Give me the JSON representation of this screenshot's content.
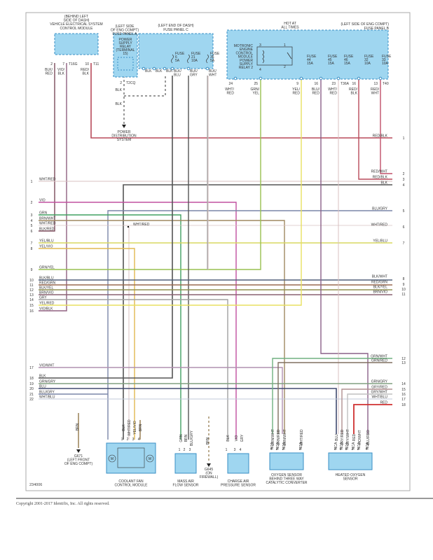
{
  "diagram_id": "234006",
  "copyright": "Copyright 2001-2017 Identifix, Inc. All rights reserved.",
  "colors": {
    "blue_fill": "#9fd6f0",
    "border": "#3a8fc4",
    "RED/BLK": "#b84a5a",
    "RED/WHT": "#c0506a",
    "BLK": "#555555",
    "BLU/GRY": "#7a85a8",
    "WHT/RED": "#d8c0c0",
    "YEL/BLU": "#d8d860",
    "WHT": "#d8d8d8",
    "VIO": "#c050a0",
    "GRN": "#40a060",
    "BRN/WHT": "#a08860",
    "BLK/RED": "#7a4a5a",
    "YEL/VIO": "#e0b850",
    "GRN/YEL": "#98c050",
    "BLK/BLU": "#50607a",
    "RED/GRN": "#9a6a50",
    "BLK/YEL": "#909050",
    "BRN/VIO": "#8a6070",
    "GRY": "#a0a0a0",
    "YEL/RED": "#e8e060",
    "VIO/BLK": "#906080",
    "VIO/WHT": "#b090b0",
    "GRN/GRY": "#80a080",
    "BLU": "#404a70",
    "WHT/BLU": "#c0c8d8",
    "RED": "#d03030",
    "GRN/WHT": "#70b080",
    "GRN/RED": "#807060",
    "GRY/RED": "#b09090",
    "GRY/WHT": "#c0c0c0",
    "BLU/RED": "#8a6088"
  },
  "components": {
    "vesc": {
      "location": [
        "(BEHIND LEFT",
        "SIDE OF DASH)"
      ],
      "name": "VEHICLE ELECTRICAL SYSTEM",
      "name2": "CONTROL MODULE",
      "pins": [
        {
          "num": "2",
          "wire": "BLK/ RED"
        },
        {
          "num": "7",
          "conn": "T16G",
          "wire": "VIO/ BLK"
        },
        {
          "num": "10",
          "conn": "T11",
          "wire": "RED/ BLK"
        }
      ]
    },
    "panel_a": {
      "location": [
        "(LEFT SIDE",
        "OF ENG COMPT)"
      ],
      "name": "FUSE PANEL A",
      "relay": [
        "POWER",
        "SUPPLY",
        "RELAY",
        "(TERMINAL",
        "15)"
      ],
      "pin": "2",
      "conn": "T2CQ",
      "wire": "BLK"
    },
    "power_dist": {
      "wire": "BLK",
      "label": [
        "POWER",
        "DISTRIBUTION",
        "SYSTEM"
      ]
    },
    "panel_c": {
      "location": "(LEFT END OF DASH)",
      "name": "FUSE PANEL C",
      "fuses": [
        {
          "label": "FUSE",
          "num": "6",
          "amps": "5A"
        },
        {
          "label": "FUSE",
          "num": "21",
          "amps": "10A"
        },
        {
          "label": "FUSE",
          "num": "35",
          "amps": "5A"
        }
      ],
      "wires": [
        "BLK",
        "BLK",
        "BLK",
        "BLK/ BLU",
        "BLK/ GRY",
        "BLK/ WHT"
      ]
    },
    "panel_b": {
      "location": "(LEFT SIDE OF ENG COMPT)",
      "name": "FUSE PANEL B",
      "hot": [
        "HOT AT",
        "ALL TIMES"
      ],
      "relay": [
        "MOTRONIC",
        "ENGINE",
        "CONTROL",
        "MODULE",
        "POWER",
        "SUPPLY",
        "RELAY 2"
      ],
      "relay_pins": [
        "3",
        "4",
        "1",
        "2"
      ],
      "fuses": [
        {
          "label": "FUSE",
          "num": "44",
          "amps": "15A"
        },
        {
          "label": "FUSE",
          "num": "45",
          "amps": "15A"
        },
        {
          "label": "FUSE",
          "num": "46",
          "amps": "15A"
        },
        {
          "label": "FUSE",
          "num": "32",
          "amps": "10A"
        },
        {
          "label": "FUSE",
          "num": "33",
          "amps": "10A"
        }
      ],
      "pins": [
        {
          "num": "24",
          "wire": "WHT/ RED"
        },
        {
          "num": "25",
          "wire": "GRN/ YEL"
        },
        {
          "num": "9",
          "wire": "YEL/ RED"
        },
        {
          "num": "16",
          "wire": "BLU/ RED"
        },
        {
          "num": "23",
          "conn": "T36A",
          "wire": "WHT/ RED"
        },
        {
          "num": "16",
          "wire": "RED/ BLK"
        },
        {
          "num": "13",
          "conn": "T40",
          "wire": "RED/ WHT"
        }
      ]
    }
  },
  "left_wires": [
    {
      "n": "1",
      "label": "WHT/RED"
    },
    {
      "n": "2",
      "label": "VIO"
    },
    {
      "n": "3",
      "label": "GRN"
    },
    {
      "n": "4",
      "label": "BRN/WHT"
    },
    {
      "n": "5",
      "label": "WHT/RED"
    },
    {
      "n": "6",
      "label": "BLK/RED"
    },
    {
      "n": "7",
      "label": "YEL/BLU"
    },
    {
      "n": "8",
      "label": "YEL/VIO"
    },
    {
      "n": "9",
      "label": "GRN/YEL"
    },
    {
      "n": "10",
      "label": "BLK/BLU"
    },
    {
      "n": "11",
      "label": "RED/GRN"
    },
    {
      "n": "12",
      "label": "BLK/YEL"
    },
    {
      "n": "13",
      "label": "BRN/VIO"
    },
    {
      "n": "14",
      "label": "GRY"
    },
    {
      "n": "15",
      "label": "YEL/RED"
    },
    {
      "n": "16",
      "label": "VIO/BLK"
    },
    {
      "n": "17",
      "label": "VIO/WHT"
    },
    {
      "n": "18",
      "label": "BLK"
    },
    {
      "n": "19",
      "label": "GRN/GRY"
    },
    {
      "n": "20",
      "label": "BLU"
    },
    {
      "n": "21",
      "label": "BLU/GRY"
    },
    {
      "n": "22",
      "label": "WHT/BLU"
    }
  ],
  "right_wires": [
    {
      "n": "1",
      "label": "RED/BLK"
    },
    {
      "n": "2",
      "label": "RED/WHT"
    },
    {
      "n": "3",
      "label": "RED/BLK"
    },
    {
      "n": "4",
      "label": "BLK"
    },
    {
      "n": "5",
      "label": "BLU/GRY"
    },
    {
      "n": "6",
      "label": "WHT/RED"
    },
    {
      "n": "7",
      "label": "YEL/BLU"
    },
    {
      "n": "8",
      "label": "BLK/WHT"
    },
    {
      "n": "9",
      "label": "RED/GRN"
    },
    {
      "n": "10",
      "label": "BLK/YEL"
    },
    {
      "n": "11",
      "label": "BRN/VIO"
    },
    {
      "n": "12",
      "label": "GRN/WHT"
    },
    {
      "n": "13",
      "label": "GRN/RED"
    },
    {
      "n": "14",
      "label": "GRN/GRY"
    },
    {
      "n": "15",
      "label": "GRY/RED"
    },
    {
      "n": "16",
      "label": "GRY/WHT"
    },
    {
      "n": "17",
      "label": "WHT/BLU"
    },
    {
      "n": "18",
      "label": "RED"
    }
  ],
  "splice_label": "WHT/RED",
  "ground_g671": {
    "wire": "BRN",
    "label": [
      "G671",
      "(LEFT FRONT",
      "OF ENG COMPT)"
    ]
  },
  "ground_g645": {
    "wire": "BRN",
    "label": [
      "G645",
      "(ON",
      "FIREWALL)"
    ]
  },
  "bottom_components": [
    {
      "id": "coolant_fan",
      "name": [
        "COOLANT FAN",
        "CONTROL MODULE"
      ],
      "pins": [
        {
          "n": "1",
          "w": "BLK"
        },
        {
          "n": "2",
          "w": "WHT/RED"
        },
        {
          "n": "3",
          "w": "YEL/VIO"
        },
        {
          "n": "4",
          "w": "BRN"
        }
      ]
    },
    {
      "id": "maf",
      "name": [
        "MASS AIR",
        "FLOW SENSOR"
      ],
      "pins": [
        {
          "n": "1",
          "w": "GRN"
        },
        {
          "n": "2",
          "w": "BRN"
        },
        {
          "n": "3",
          "w": "BLU/GRY"
        }
      ]
    },
    {
      "id": "charge_air",
      "name": [
        "CHARGE AIR",
        "PRESSURE SENSOR"
      ],
      "pins": [
        {
          "n": "1",
          "w": "BLK"
        },
        {
          "n": "3",
          "w": "VIO"
        },
        {
          "n": "4",
          "w": "GRY"
        }
      ]
    },
    {
      "id": "o2_behind",
      "name": [
        "OXYGEN SENSOR",
        "BEHIND THREE WAY",
        "CATALYTIC CONVERTER"
      ],
      "pins": [
        {
          "n": "4",
          "w": "GRN/WHT"
        },
        {
          "n": "3",
          "w": "GRN/RED"
        },
        {
          "n": "2",
          "w": "BRN/WHT"
        },
        {
          "n": "1",
          "w": "WHT/RED"
        }
      ],
      "nca": "NCA"
    },
    {
      "id": "heated_o2",
      "name": [
        "HEATED OXYGEN",
        "SENSOR"
      ],
      "pins": [
        {
          "n": "1",
          "w": "BLU"
        },
        {
          "n": "6",
          "w": "GRY/RED"
        },
        {
          "n": "5",
          "w": "GRY/WHT"
        },
        {
          "n": "2",
          "w": "RED"
        },
        {
          "n": "3",
          "w": "VIO/WHT"
        },
        {
          "n": "4",
          "w": "BLU/RED"
        }
      ],
      "nca": "NCA"
    }
  ]
}
